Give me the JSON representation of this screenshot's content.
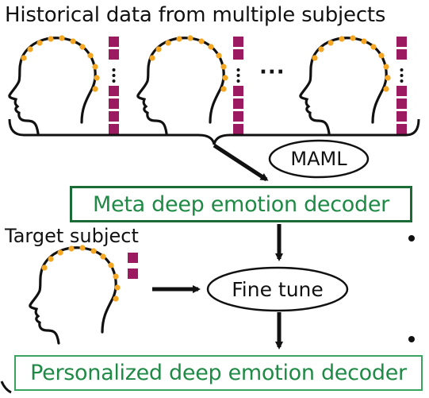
{
  "title": "Historical data from multiple subjects",
  "ellipsis_dots": "···",
  "maml_label": "MAML",
  "meta_decoder_label": "Meta deep emotion decoder",
  "target_label": "Target subject",
  "fine_tune_label": "Fine tune",
  "personalized_decoder_label": "Personalized deep emotion decoder",
  "colors": {
    "electrode": "#f5a623",
    "data_block": "#9c1a5f",
    "box_border": "#1a6b35",
    "box_text": "#1f8a45",
    "line": "#111111"
  }
}
